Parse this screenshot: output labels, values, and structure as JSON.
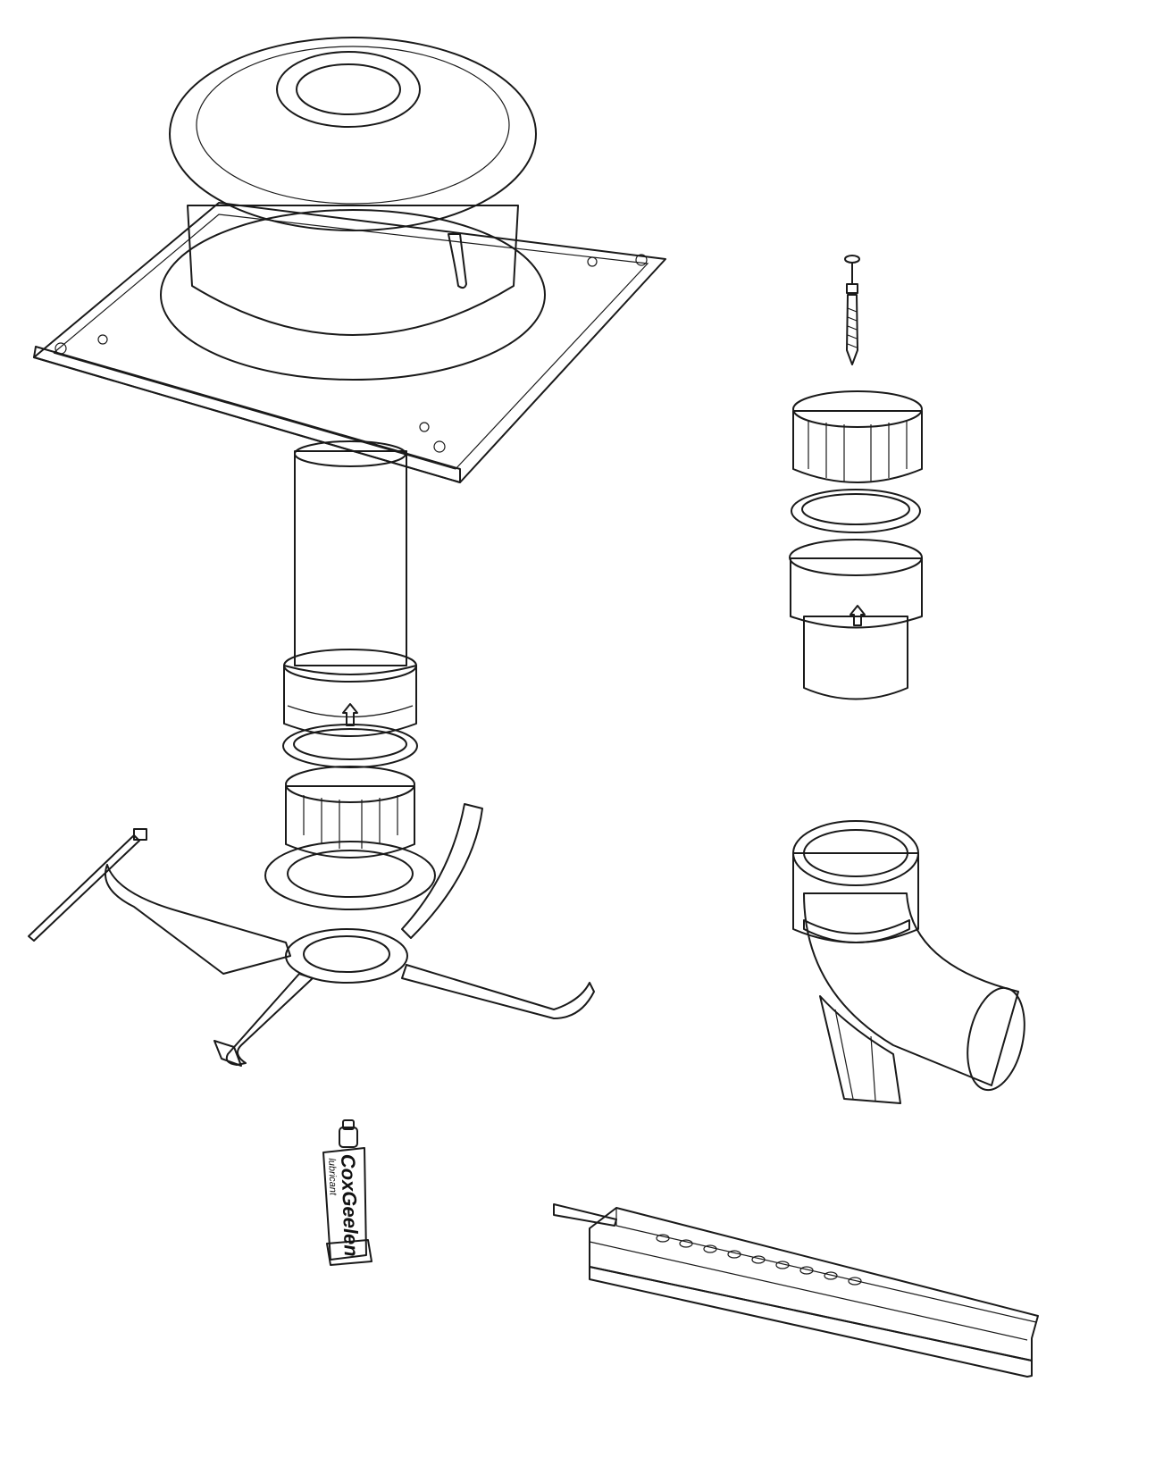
{
  "parts": [
    {
      "name": "roof-flashing-cap"
    },
    {
      "name": "vent-pipe"
    },
    {
      "name": "pipe-coupling"
    },
    {
      "name": "sealing-ring"
    },
    {
      "name": "clip-adapter"
    },
    {
      "name": "support-bracket"
    },
    {
      "name": "cable-tie"
    },
    {
      "name": "screw-and-plug"
    },
    {
      "name": "adapter-set-top"
    },
    {
      "name": "pipe-elbow"
    },
    {
      "name": "lubricant-tube"
    },
    {
      "name": "mounting-rail"
    }
  ],
  "lubricant": {
    "brand": "CoxGeelen",
    "product": "lubricant"
  },
  "colors": {
    "outline": "#1a1a1a",
    "cap_gray": "#8e8e8e",
    "light_gray": "#c9c9c9",
    "rail": "#d4d4d4"
  }
}
